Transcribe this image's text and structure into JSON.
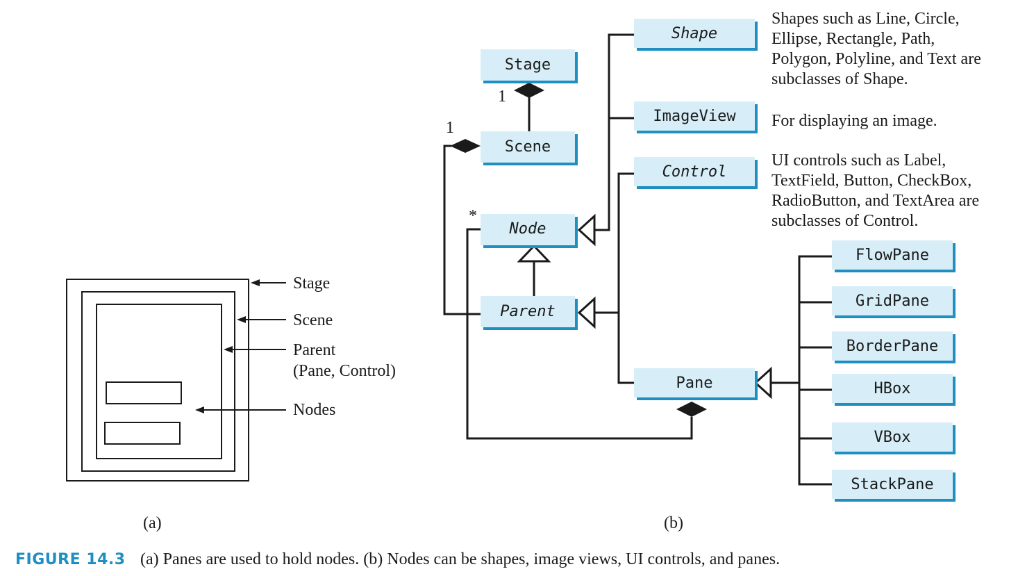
{
  "panel_a": {
    "labels": {
      "stage": "Stage",
      "scene": "Scene",
      "parent": "Parent",
      "parent_sub": "(Pane, Control)",
      "nodes": "Nodes"
    },
    "caption": "(a)"
  },
  "panel_b": {
    "classes": {
      "stage": "Stage",
      "scene": "Scene",
      "node": "Node",
      "parent": "Parent",
      "shape": "Shape",
      "imageview": "ImageView",
      "control": "Control",
      "pane": "Pane",
      "flowpane": "FlowPane",
      "gridpane": "GridPane",
      "borderpane": "BorderPane",
      "hbox": "HBox",
      "vbox": "VBox",
      "stackpane": "StackPane"
    },
    "multiplicities": {
      "stage_scene": "1",
      "scene_node": "1",
      "node_many": "*"
    },
    "notes": {
      "shape": [
        "Shapes such as Line, Circle,",
        "Ellipse, Rectangle, Path,",
        "Polygon, Polyline, and Text are",
        "subclasses of Shape."
      ],
      "imageview": [
        "For displaying an image."
      ],
      "control": [
        "UI controls such as Label,",
        "TextField, Button, CheckBox,",
        "RadioButton, and TextArea are",
        "subclasses of Control."
      ]
    },
    "caption": "(b)"
  },
  "figure_caption": {
    "label": "FIGURE 14.3",
    "text": "(a) Panes are used to hold nodes. (b) Nodes can be shapes, image views, UI controls, and panes."
  },
  "colors": {
    "box_fill": "#d7eef8",
    "box_edge": "#1f8fc2",
    "caption_label": "#1f8fc2",
    "line": "#1a1a1a"
  }
}
